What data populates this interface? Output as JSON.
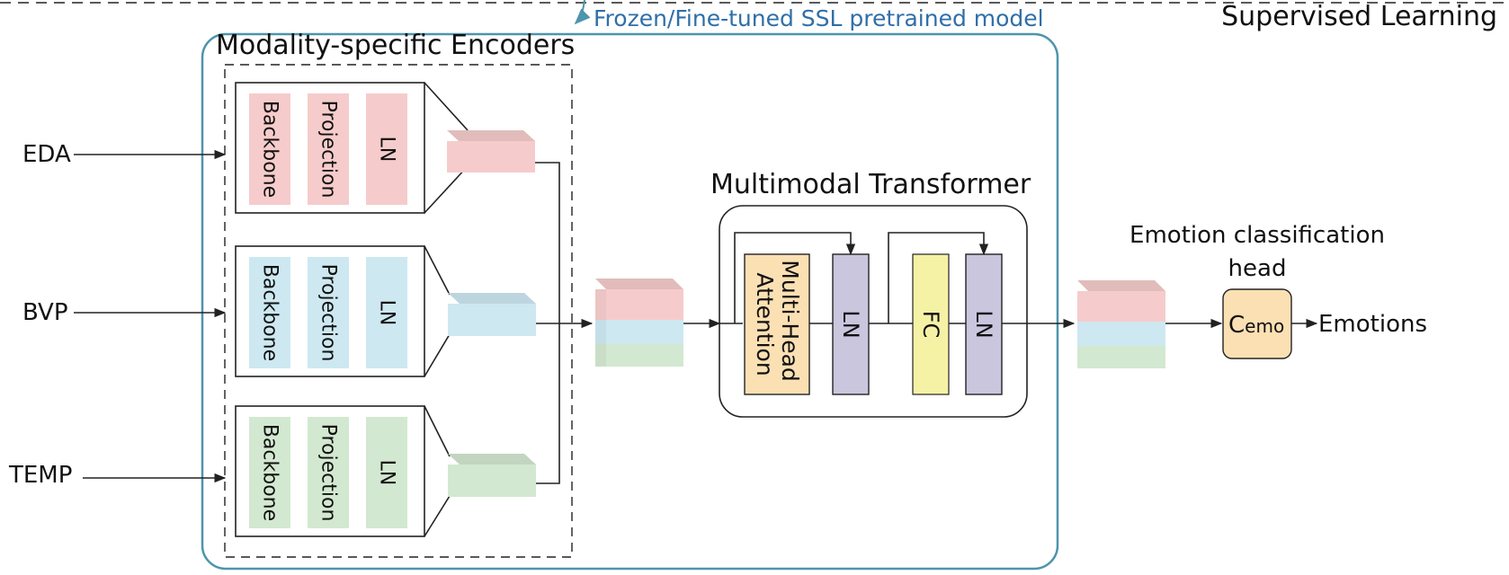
{
  "labels": {
    "supervised": "Supervised Learning",
    "frozen": "Frozen/Fine-tuned SSL pretrained model",
    "encoders_title": "Modality-specific Encoders",
    "transformer_title": "Multimodal Transformer",
    "head_title_line1": "Emotion classification",
    "head_title_line2": "head",
    "head_symbol_main": "C",
    "head_symbol_sub": "emo",
    "output": "Emotions"
  },
  "inputs": [
    "EDA",
    "BVP",
    "TEMP"
  ],
  "encoder_blocks": [
    "Backbone",
    "Projection",
    "LN"
  ],
  "transformer_blocks": {
    "attention_line1": "Multi-Head",
    "attention_line2": "Attention",
    "ln": "LN",
    "fc": "FC"
  },
  "colors": {
    "eda": "#f5cccb",
    "bvp": "#cde8f1",
    "temp": "#d3e8d0",
    "attention": "#fbe0b3",
    "ln_block": "#c9c6de",
    "fc_block": "#f5f2a6",
    "frozen_box": "#4d94ad",
    "frozen_text": "#2f6fa8"
  }
}
